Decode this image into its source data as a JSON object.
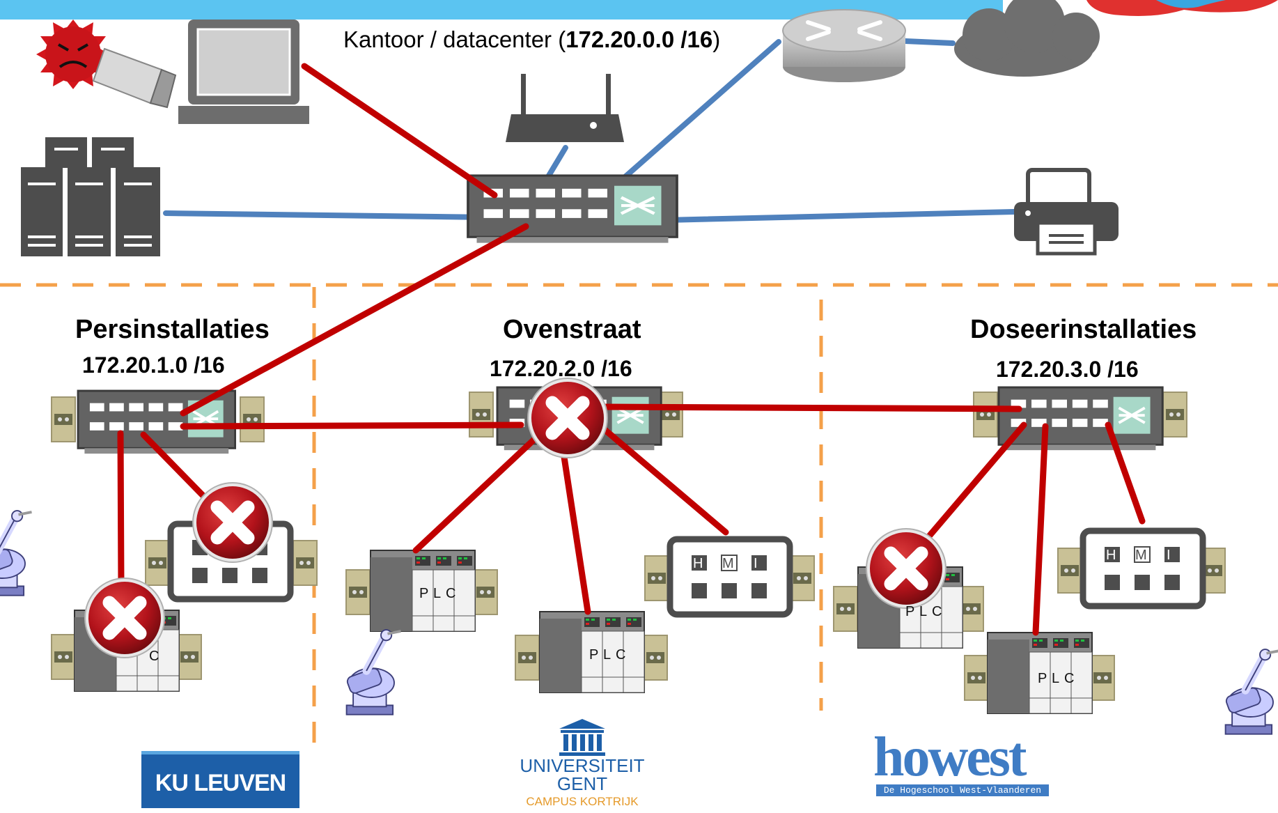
{
  "office_label": {
    "prefix": "Kantoor / datacenter (",
    "subnet": "172.20.0.0 /16",
    "suffix": ")"
  },
  "zones": [
    {
      "name": "Persinstallaties",
      "subnet": "172.20.1.0 /16"
    },
    {
      "name": "Ovenstraat",
      "subnet": "172.20.2.0 /16"
    },
    {
      "name": "Doseerinstallaties",
      "subnet": "172.20.3.0 /16"
    }
  ],
  "device_labels": {
    "plc": [
      "P",
      "L",
      "C"
    ],
    "hmi": [
      "H",
      "M",
      "I"
    ]
  },
  "logos": {
    "ku_leuven": "KU LEUVEN",
    "ugent_line1": "UNIVERSITEIT",
    "ugent_line2": "GENT",
    "ugent_line3": "CAMPUS KORTRIJK",
    "howest_name": "howest",
    "howest_tagline": "De Hogeschool West-Vlaanderen"
  },
  "colors": {
    "banner": "#5bc4f1",
    "red_link": "#c00000",
    "blue_link": "#4f81bd",
    "zone_border": "#f4a04a",
    "device_gray": "#555555",
    "error_red": "#b3131b"
  }
}
